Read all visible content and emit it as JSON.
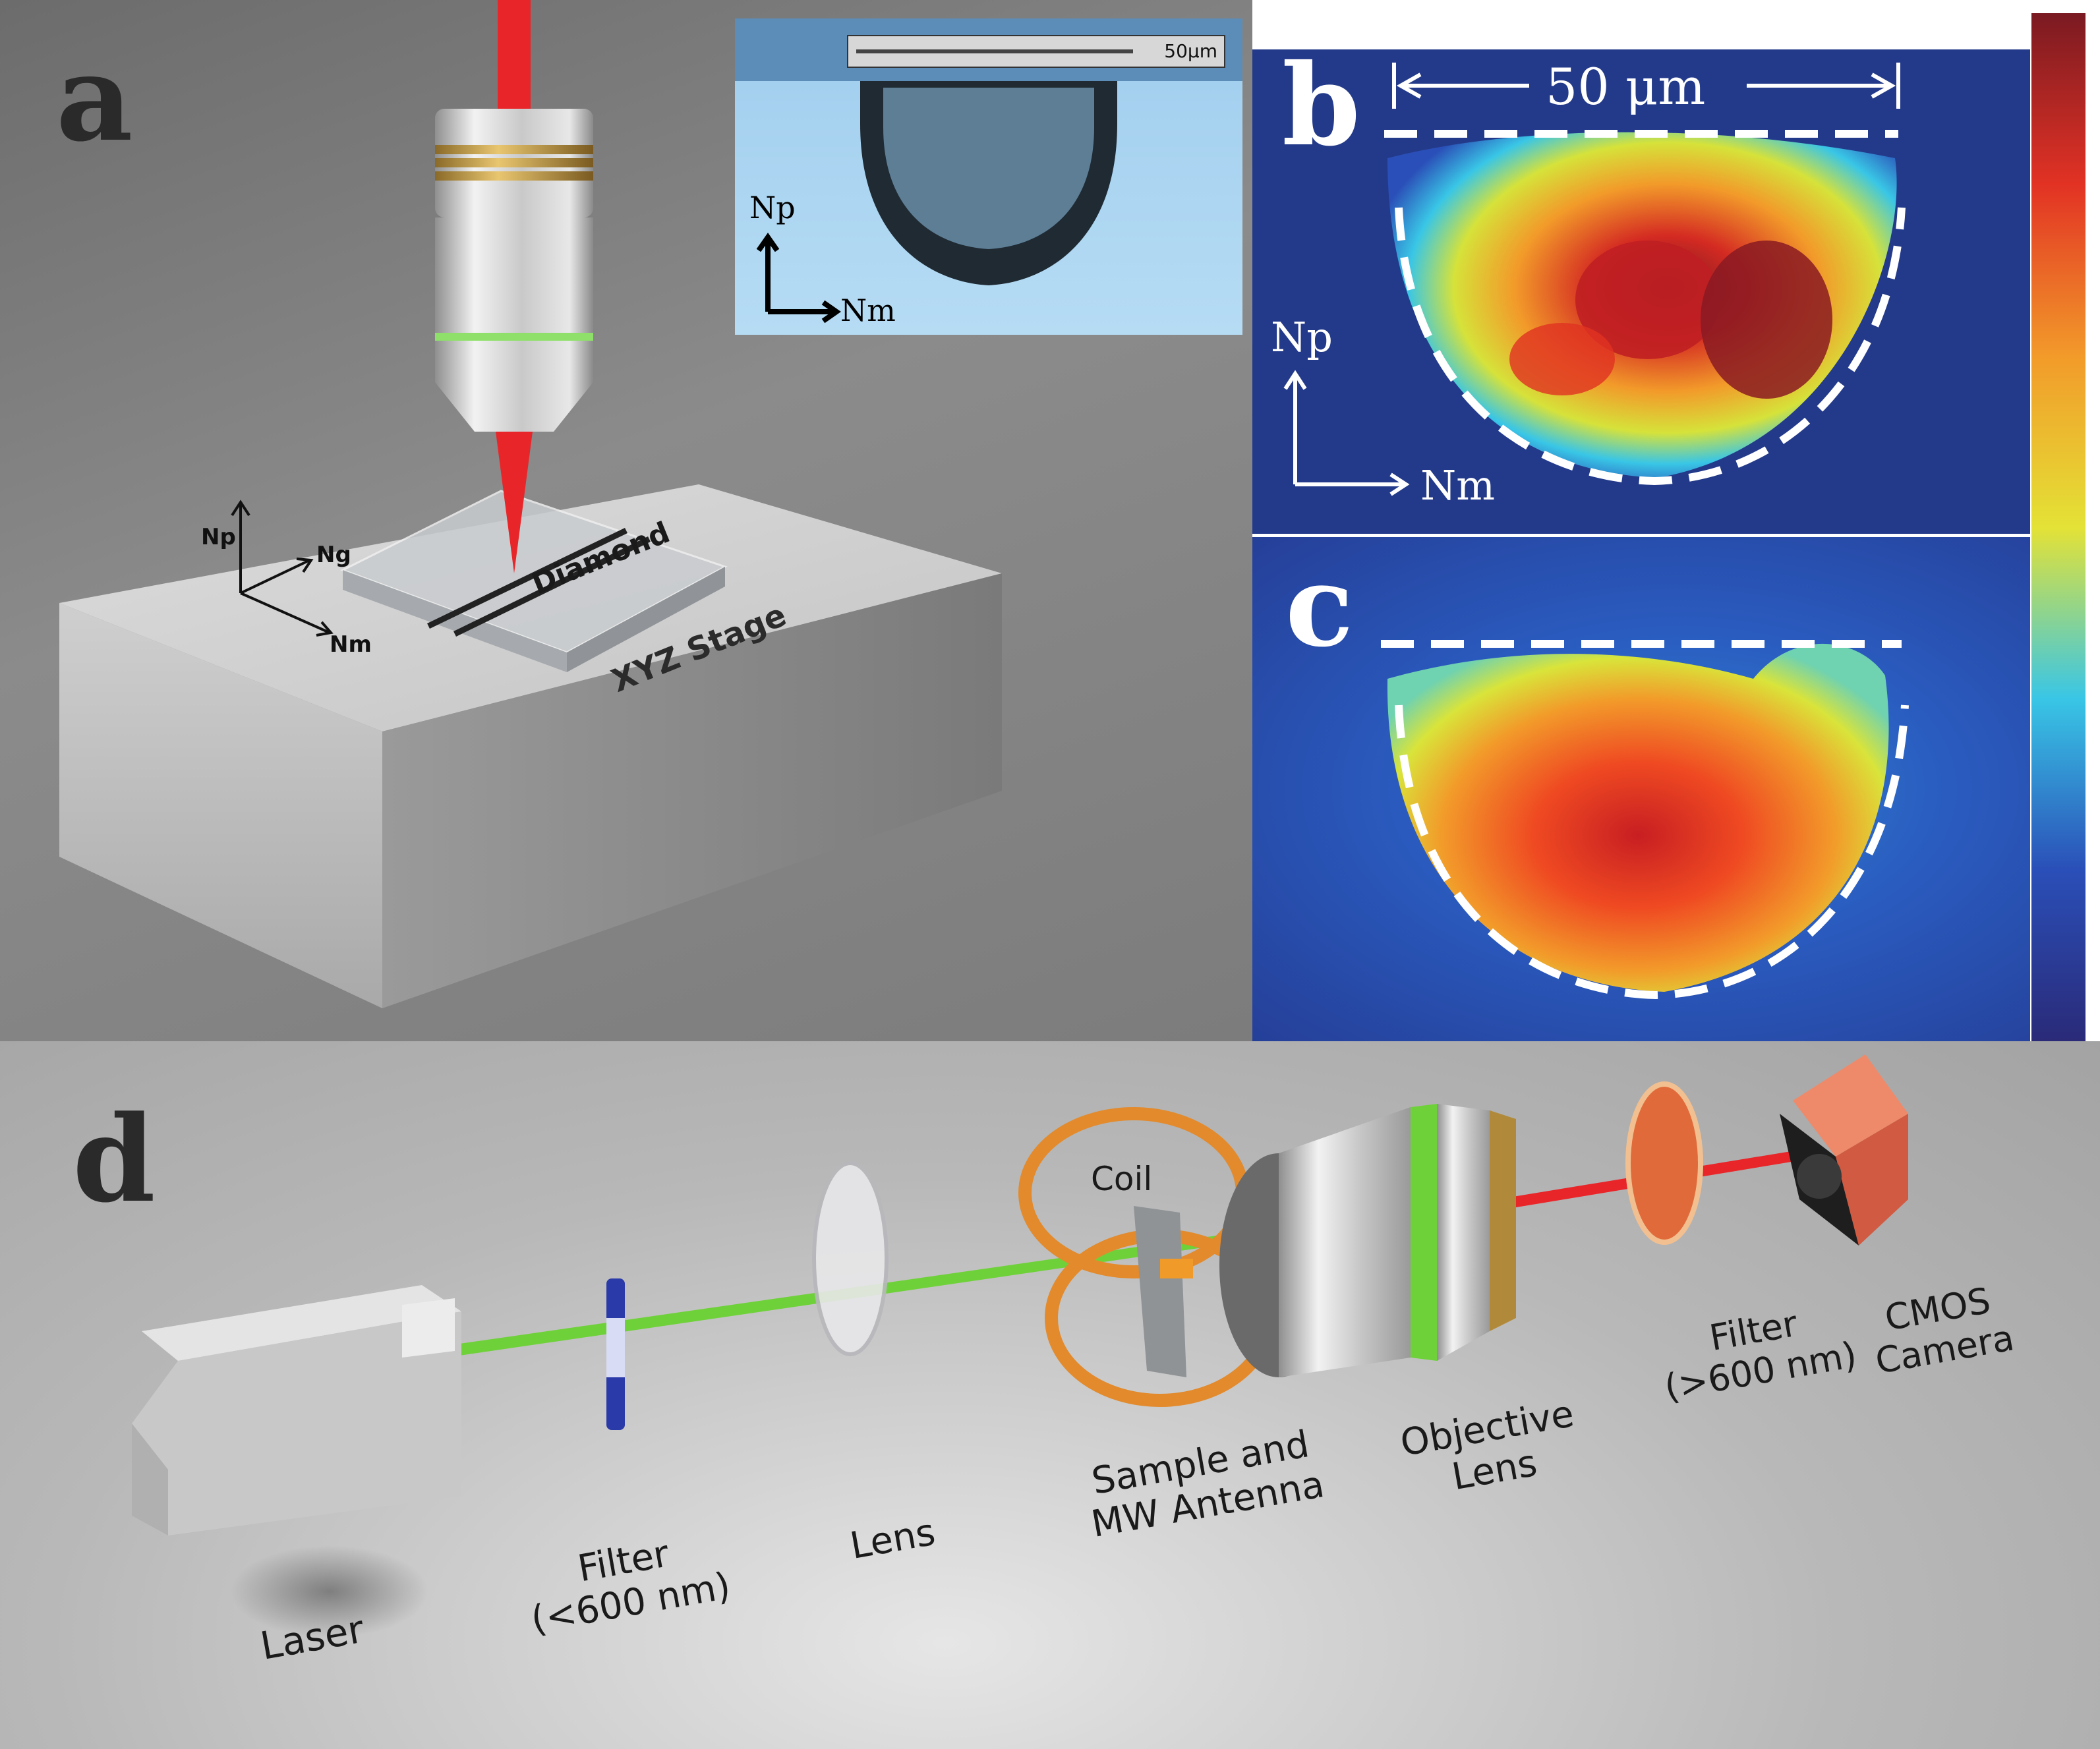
{
  "panel_a": {
    "letter": "a",
    "axis_np": "Np",
    "axis_ng": "Ng",
    "axis_nm": "Nm",
    "sample_label": "Diamond",
    "stage_label": "XYZ Stage",
    "inset": {
      "scale_label": "50μm",
      "axis_np": "Np",
      "axis_nm": "Nm"
    }
  },
  "panel_b": {
    "letter": "b",
    "scale_label": "50 μm",
    "axis_np": "Np",
    "axis_nm": "Nm"
  },
  "panel_c": {
    "letter": "c"
  },
  "panel_d": {
    "letter": "d",
    "components": {
      "laser": "Laser",
      "filter1_line1": "Filter",
      "filter1_line2": "(<600 nm)",
      "lens": "Lens",
      "coil": "Coil",
      "sample_line1": "Sample and",
      "sample_line2": "MW Antenna",
      "objective_line1": "Objective",
      "objective_line2": "Lens",
      "filter2_line1": "Filter",
      "filter2_line2": "(>600 nm)",
      "camera_line1": "CMOS",
      "camera_line2": "Camera"
    }
  },
  "colors": {
    "laser_red": "#e8262a",
    "laser_green": "#6fd13a",
    "map_background": "#233a8a",
    "coil_orange": "#e28a2c",
    "camera_orange": "#ef6a4f"
  },
  "colorbar": [
    "#7a1a22",
    "#e23224",
    "#f29a2a",
    "#e4e236",
    "#39c6e6",
    "#2a4fb8",
    "#2a2a78"
  ]
}
